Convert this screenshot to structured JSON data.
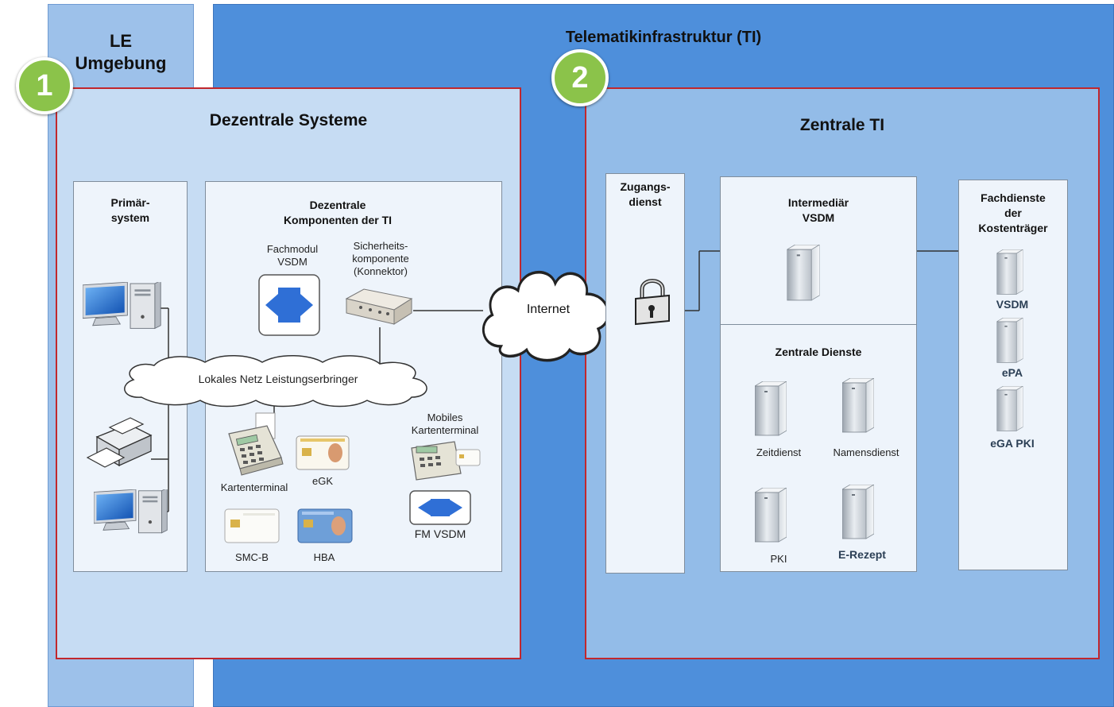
{
  "bands": {
    "le_title_line1": "LE",
    "le_title_line2": "Umgebung",
    "ti_title": "Telematikinfrastruktur (TI)"
  },
  "badges": {
    "one": "1",
    "two": "2"
  },
  "decentral": {
    "title": "Dezentrale Systeme",
    "primary_line1": "Primär-",
    "primary_line2": "system",
    "components_line1": "Dezentrale",
    "components_line2": "Komponenten der TI",
    "fachmodul_line1": "Fachmodul",
    "fachmodul_line2": "VSDM",
    "sicherheit_line1": "Sicherheits-",
    "sicherheit_line2": "komponente",
    "sicherheit_line3": "(Konnektor)",
    "lan": "Lokales Netz Leistungserbringer",
    "kartenterminal": "Kartenterminal",
    "egk": "eGK",
    "mobiles_line1": "Mobiles",
    "mobiles_line2": "Kartenterminal",
    "fm_vsdm": "FM VSDM",
    "smcb": "SMC-B",
    "hba": "HBA"
  },
  "internet": "Internet",
  "central": {
    "title": "Zentrale TI",
    "zugang_line1": "Zugangs-",
    "zugang_line2": "dienst",
    "intermediaer_line1": "Intermediär",
    "intermediaer_line2": "VSDM",
    "zentrale_dienste": "Zentrale Dienste",
    "zeitdienst": "Zeitdienst",
    "namensdienst": "Namensdienst",
    "pki": "PKI",
    "erezept": "E-Rezept",
    "fach_line1": "Fachdienste",
    "fach_line2": "der",
    "fach_line3": "Kostenträger",
    "vsdm": "VSDM",
    "epa": "ePA",
    "ega_pki": "eGA PKI"
  }
}
